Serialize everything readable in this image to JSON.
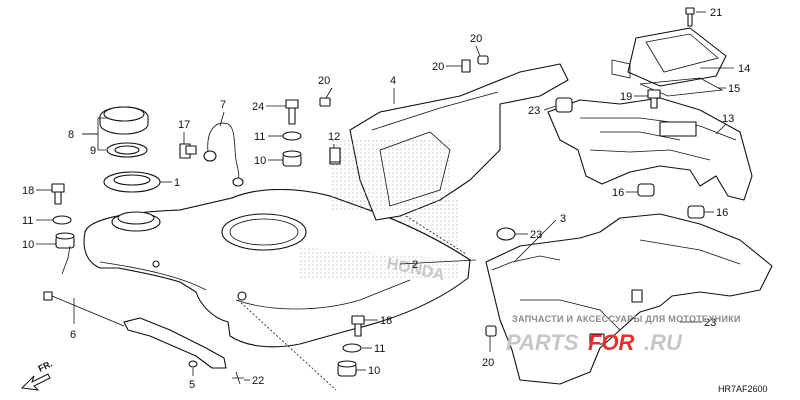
{
  "diagram": {
    "code": "HR7AF2600",
    "watermark_line1": "ЗАПЧАСТИ И АКСЕССУАРЫ ДЛЯ МОТОТЕХНИКИ",
    "watermark_brand_a": "PARTS",
    "watermark_brand_b": "FOR",
    "watermark_brand_c": ".RU",
    "front_label": "FR.",
    "tank_brand_text": "HONDA"
  },
  "callouts": [
    {
      "id": "c21",
      "label": "21"
    },
    {
      "id": "c20a",
      "label": "20"
    },
    {
      "id": "c20b",
      "label": "20"
    },
    {
      "id": "c20c",
      "label": "20"
    },
    {
      "id": "c14",
      "label": "14"
    },
    {
      "id": "c15",
      "label": "15"
    },
    {
      "id": "c4",
      "label": "4"
    },
    {
      "id": "c7",
      "label": "7"
    },
    {
      "id": "c24",
      "label": "24"
    },
    {
      "id": "c19",
      "label": "19"
    },
    {
      "id": "c23a",
      "label": "23"
    },
    {
      "id": "c8",
      "label": "8"
    },
    {
      "id": "c17",
      "label": "17"
    },
    {
      "id": "c11a",
      "label": "11"
    },
    {
      "id": "c12",
      "label": "12"
    },
    {
      "id": "c13",
      "label": "13"
    },
    {
      "id": "c9",
      "label": "9"
    },
    {
      "id": "c10a",
      "label": "10"
    },
    {
      "id": "c1",
      "label": "1"
    },
    {
      "id": "c16a",
      "label": "16"
    },
    {
      "id": "c18a",
      "label": "18"
    },
    {
      "id": "c16b",
      "label": "16"
    },
    {
      "id": "c11b",
      "label": "11"
    },
    {
      "id": "c3",
      "label": "3"
    },
    {
      "id": "c23b",
      "label": "23"
    },
    {
      "id": "c10b",
      "label": "10"
    },
    {
      "id": "c2",
      "label": "2"
    },
    {
      "id": "c6",
      "label": "6"
    },
    {
      "id": "c18b",
      "label": "18"
    },
    {
      "id": "c23c",
      "label": "23"
    },
    {
      "id": "c11c",
      "label": "11"
    },
    {
      "id": "c20d",
      "label": "20"
    },
    {
      "id": "c10c",
      "label": "10"
    },
    {
      "id": "c5",
      "label": "5"
    },
    {
      "id": "c22",
      "label": "22"
    }
  ]
}
